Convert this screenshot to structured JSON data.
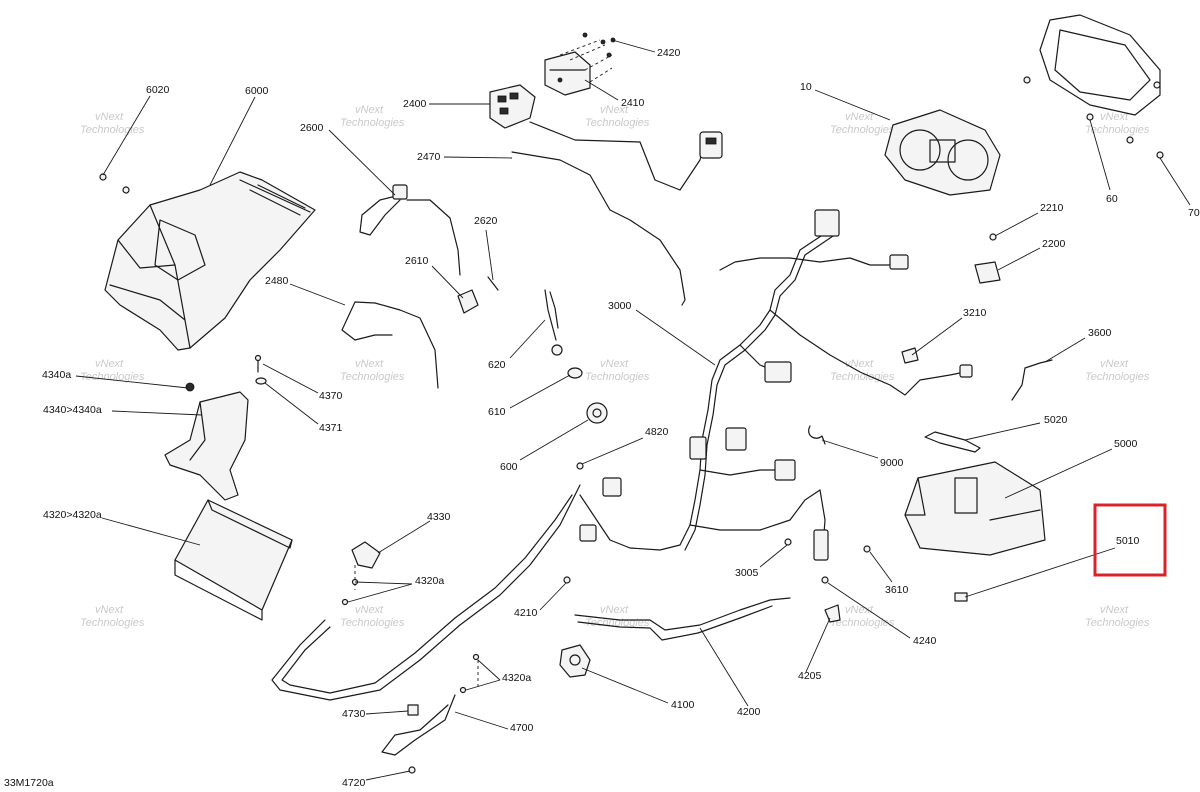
{
  "diagram_id": "33M1720a",
  "highlight_color": "#d8232a",
  "watermark": {
    "line1": "vNext",
    "line2": "Technologies"
  },
  "callouts": {
    "c10": "10",
    "c60": "60",
    "c70": "70",
    "c600": "600",
    "c610": "610",
    "c620": "620",
    "c2200": "2200",
    "c2210": "2210",
    "c2400": "2400",
    "c2410": "2410",
    "c2420": "2420",
    "c2470": "2470",
    "c2480": "2480",
    "c2600": "2600",
    "c2610": "2610",
    "c2620": "2620",
    "c3000": "3000",
    "c3005": "3005",
    "c3210": "3210",
    "c3600": "3600",
    "c3610": "3610",
    "c4100": "4100",
    "c4200": "4200",
    "c4205": "4205",
    "c4210": "4210",
    "c4240": "4240",
    "c4320a": "4320a",
    "c4320a_2": "4320a",
    "c4320_4320a": "4320>4320a",
    "c4330": "4330",
    "c4340a": "4340a",
    "c4340_4340a": "4340>4340a",
    "c4370": "4370",
    "c4371": "4371",
    "c4700": "4700",
    "c4720": "4720",
    "c4730": "4730",
    "c4820": "4820",
    "c5000": "5000",
    "c5010": "5010",
    "c5020": "5020",
    "c6000": "6000",
    "c6020": "6020",
    "c9000": "9000"
  }
}
